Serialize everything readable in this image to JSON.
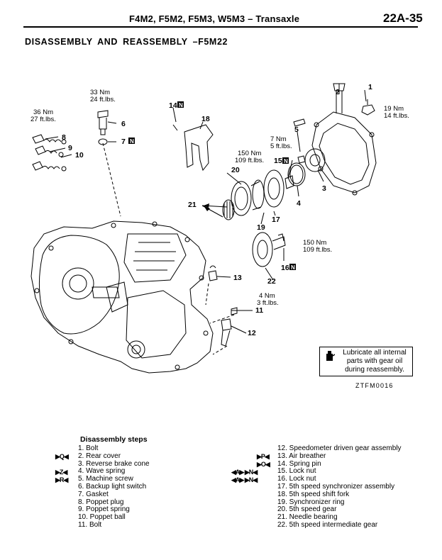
{
  "header": {
    "title": "F4M2, F5M2, F5M3, W5M3 – Transaxle",
    "page": "22A-35"
  },
  "section_title": "DISASSEMBLY AND REASSEMBLY –F5M22",
  "callouts": {
    "n1": "1",
    "n2": "2",
    "n3": "3",
    "n4": "4",
    "n5": "5",
    "n6": "6",
    "n7": "7",
    "n8": "8",
    "n9": "9",
    "n10": "10",
    "n11": "11",
    "n12": "12",
    "n13": "13",
    "n14": "14",
    "n15": "15",
    "n16": "16",
    "n17": "17",
    "n18": "18",
    "n19": "19",
    "n20": "20",
    "n21": "21",
    "n22": "22",
    "new_part_mark": "N"
  },
  "torque": {
    "t6_nm": "33 Nm",
    "t6_ft": "24 ft.lbs.",
    "t8_nm": "36 Nm",
    "t8_ft": "27 ft.lbs.",
    "t1_nm": "19 Nm",
    "t1_ft": "14 ft.lbs.",
    "t5_nm": "7 Nm",
    "t5_ft": "5 ft.lbs.",
    "t15_nm": "150 Nm",
    "t15_ft": "109 ft.lbs.",
    "t16_nm": "150 Nm",
    "t16_ft": "109 ft.lbs.",
    "t11_nm": "4 Nm",
    "t11_ft": "3 ft.lbs."
  },
  "note": "Lubricate all internal parts with gear oil during reassembly.",
  "figure_code": "ZTFM0016",
  "steps": {
    "title": "Disassembly steps",
    "left": [
      {
        "text": "1. Bolt",
        "marker": ""
      },
      {
        "text": "2. Rear cover",
        "marker": "▶Q◀"
      },
      {
        "text": "3. Reverse brake cone",
        "marker": ""
      },
      {
        "text": "4. Wave spring",
        "marker": "▶Z◀"
      },
      {
        "text": "5. Machine screw",
        "marker": "▶R◀"
      },
      {
        "text": "6. Backup light switch",
        "marker": ""
      },
      {
        "text": "7. Gasket",
        "marker": ""
      },
      {
        "text": "8. Poppet plug",
        "marker": ""
      },
      {
        "text": "9. Poppet spring",
        "marker": ""
      },
      {
        "text": "10. Poppet ball",
        "marker": ""
      },
      {
        "text": "11. Bolt",
        "marker": ""
      }
    ],
    "right": [
      {
        "text": "12. Speedometer driven gear assembly",
        "marker": ""
      },
      {
        "text": "13. Air breather",
        "marker": "▶P◀"
      },
      {
        "text": "14. Spring pin",
        "marker": "▶O◀"
      },
      {
        "text": "15. Lock nut",
        "marker": "◀A▶ ▶N◀"
      },
      {
        "text": "16. Lock nut",
        "marker": "◀A▶ ▶N◀"
      },
      {
        "text": "17. 5th speed synchronizer assembly",
        "marker": ""
      },
      {
        "text": "18. 5th speed shift fork",
        "marker": ""
      },
      {
        "text": "19. Synchronizer ring",
        "marker": ""
      },
      {
        "text": "20. 5th speed gear",
        "marker": ""
      },
      {
        "text": "21. Needle bearing",
        "marker": ""
      },
      {
        "text": "22. 5th speed intermediate gear",
        "marker": ""
      }
    ]
  }
}
